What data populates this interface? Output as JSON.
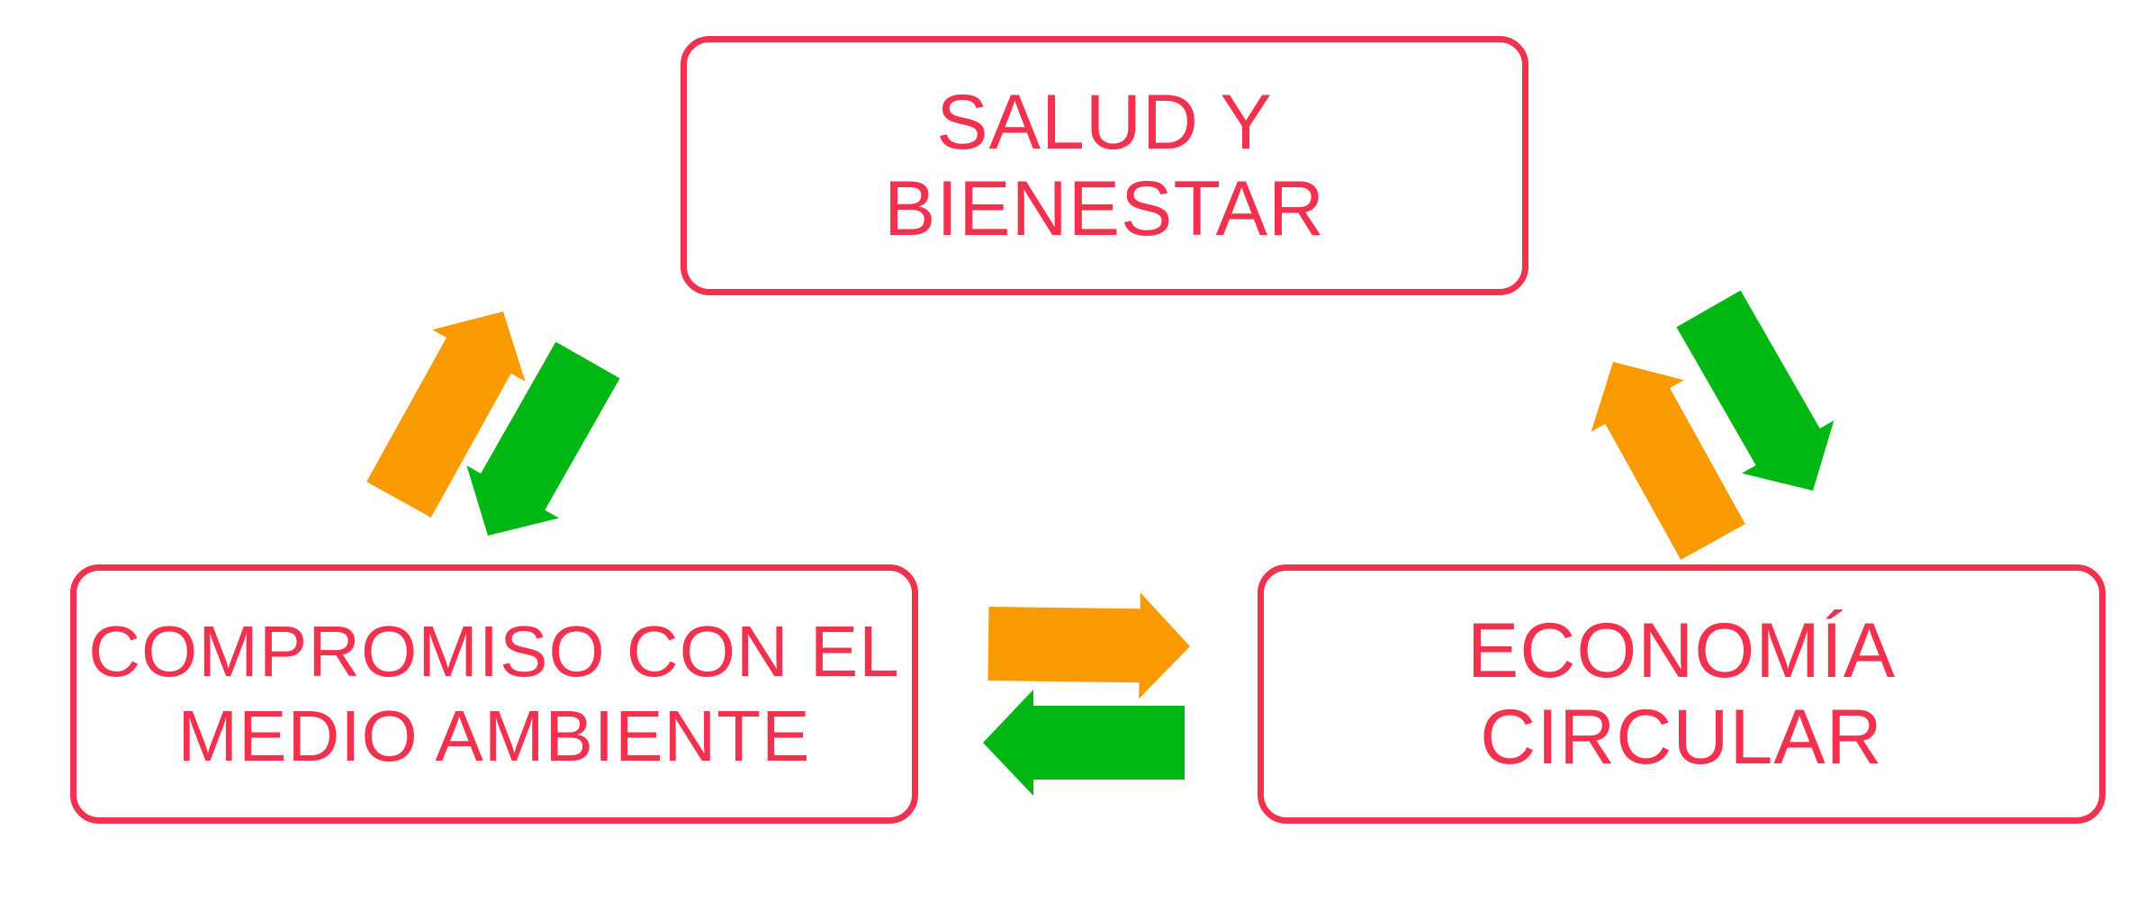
{
  "nodes": {
    "health": {
      "label": "SALUD Y\nBIENESTAR"
    },
    "environment": {
      "label": "COMPROMISO CON EL\nMEDIO AMBIENTE"
    },
    "economy": {
      "label": "ECONOMÍA\nCIRCULAR"
    }
  },
  "colors": {
    "node_border": "#f2314e",
    "node_text": "#f2314e",
    "arrow_orange": "#f99a00",
    "arrow_green": "#00b713"
  },
  "connections": [
    {
      "from": "environment",
      "to": "health",
      "color": "orange"
    },
    {
      "from": "health",
      "to": "environment",
      "color": "green"
    },
    {
      "from": "economy",
      "to": "health",
      "color": "orange"
    },
    {
      "from": "health",
      "to": "economy",
      "color": "green"
    },
    {
      "from": "environment",
      "to": "economy",
      "color": "orange"
    },
    {
      "from": "economy",
      "to": "environment",
      "color": "green"
    }
  ]
}
